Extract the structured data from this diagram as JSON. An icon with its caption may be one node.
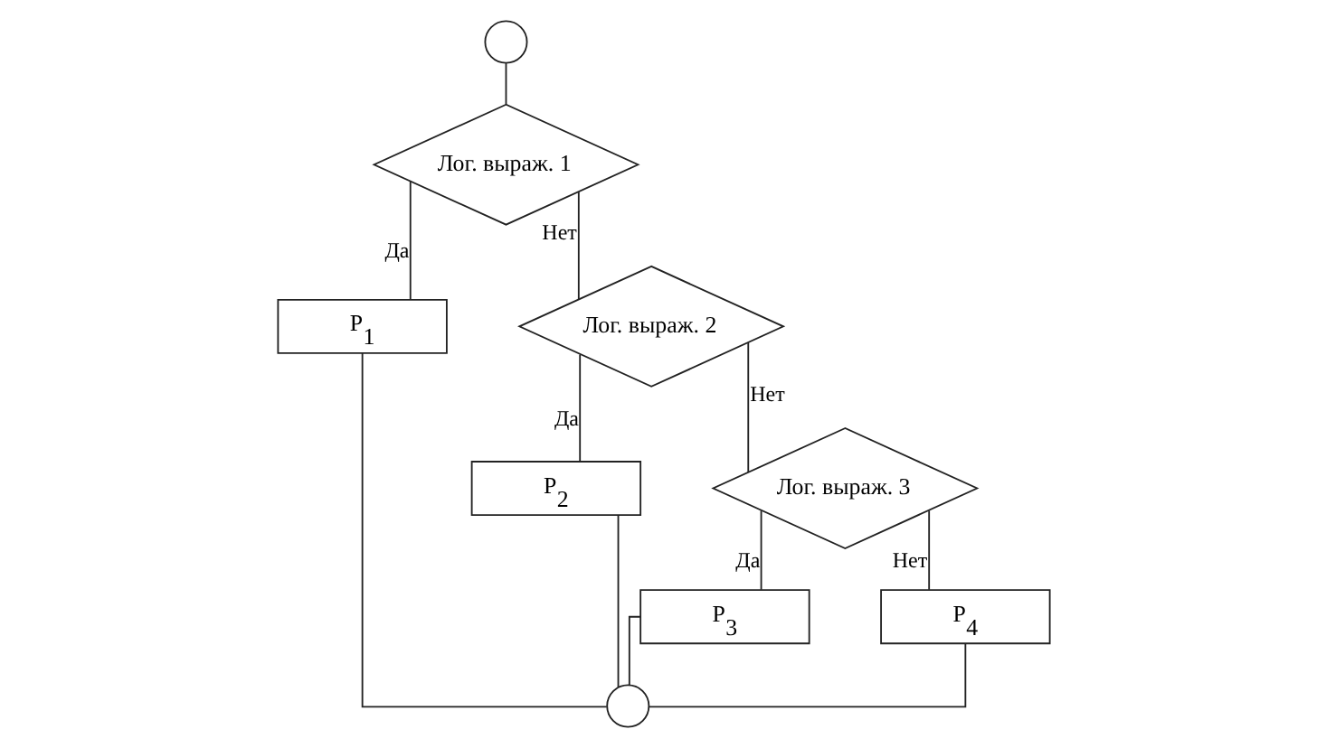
{
  "diagram": {
    "nodes": [
      {
        "text": [],
        "shape": "circle"
      },
      {
        "text": [
          "Лог. выраж. 1"
        ]
      },
      {
        "text": [
          "P$_{1}$"
        ]
      },
      {
        "text": [
          "Лог. выраж. 2"
        ]
      },
      {
        "text": [
          "P$_{2}$"
        ]
      },
      {
        "text": [
          "Лог. выраж. 3"
        ]
      },
      {
        "text": [
          "P$_{3}$"
        ]
      },
      {
        "text": [
          "P$_{4}$"
        ]
      },
      {
        "text": [],
        "shape": "circle"
      }
    ],
    "edges": [
      {
        "from": 0,
        "to": 1,
        "arrow": "none"
      },
      {
        "from": 1,
        "to": 3,
        "arrow": "none",
        "label": "Нет"
      },
      {
        "from": 1,
        "to": 2,
        "arrow": "none",
        "label": "Да"
      },
      {
        "from": 3,
        "to": 5,
        "arrow": "none",
        "label": "Нет"
      },
      {
        "from": 3,
        "to": 4,
        "arrow": "none",
        "label": "Да"
      },
      {
        "from": 5,
        "to": 7,
        "arrow": "none",
        "label": "Нет"
      },
      {
        "from": 5,
        "to": 6,
        "arrow": "none",
        "label": "Да"
      },
      {
        "from": 7,
        "to": 8,
        "arrow": "none"
      },
      {
        "from": 6,
        "to": 8,
        "arrow": "none"
      },
      {
        "from": 4,
        "to": 8,
        "arrow": "none"
      },
      {
        "from": 2,
        "to": 8,
        "arrow": "none"
      }
    ]
  }
}
